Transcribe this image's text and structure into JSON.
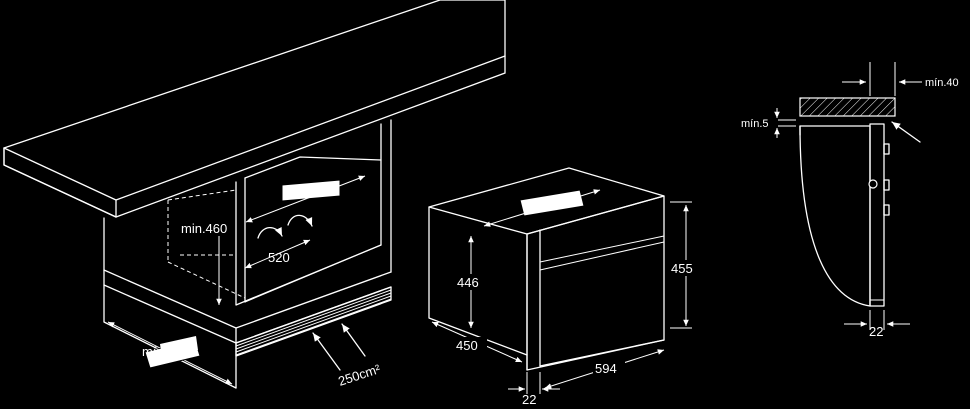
{
  "dimensions": {
    "min_460": "min.460",
    "width_520": "520",
    "min_depth_bottom": "mín.550",
    "ventilation": "250cm²",
    "oven_height_front": "446",
    "oven_height_total": "455",
    "oven_depth": "450",
    "oven_width": "594",
    "front_offset": "22",
    "min_40": "mín.40",
    "min_5": "mín.5",
    "side_offset": "22"
  },
  "colors": {
    "background": "#000000",
    "lines": "#ffffff"
  }
}
